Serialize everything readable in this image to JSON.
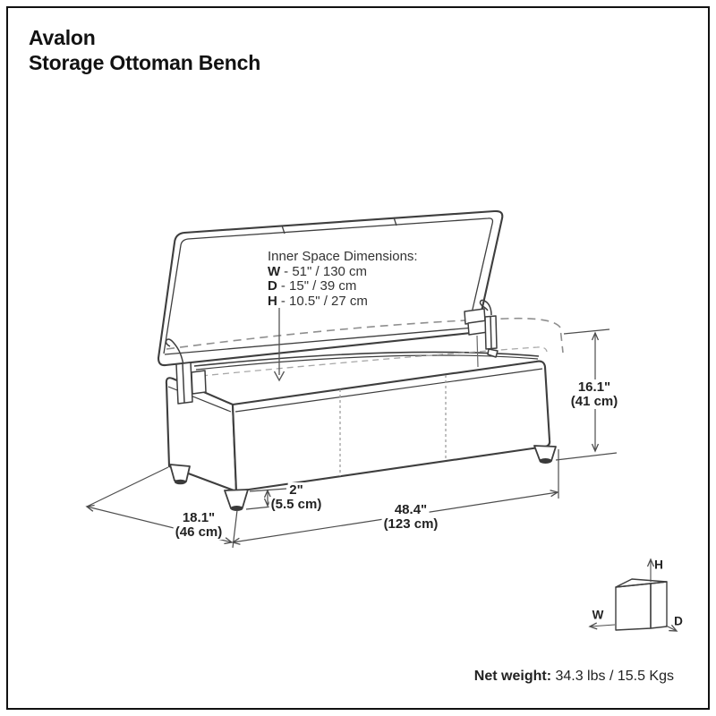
{
  "product": {
    "title_line1": "Avalon",
    "title_line2": "Storage Ottoman Bench"
  },
  "inner_dimensions": {
    "heading": "Inner Space Dimensions:",
    "rows": [
      {
        "key": "W",
        "value": "- 51\" / 130 cm"
      },
      {
        "key": "D",
        "value": "- 15\" / 39 cm"
      },
      {
        "key": "H",
        "value": "- 10.5\" / 27 cm"
      }
    ]
  },
  "dimensions": {
    "height": {
      "imperial": "16.1\"",
      "metric": "(41 cm)"
    },
    "width": {
      "imperial": "48.4\"",
      "metric": "(123 cm)"
    },
    "depth": {
      "imperial": "18.1\"",
      "metric": "(46 cm)"
    },
    "leg_height": {
      "imperial": "2\"",
      "metric": "(5.5 cm)"
    }
  },
  "orientation_cube": {
    "width_label": "W",
    "depth_label": "D",
    "height_label": "H"
  },
  "net_weight": {
    "label": "Net weight:",
    "value": "34.3 lbs / 15.5 Kgs"
  },
  "colors": {
    "line": "#3e3e3e",
    "dimension_line": "#4d4d4d",
    "hidden_dash": "#8f8f8f",
    "light_dash": "#a8a8a8",
    "text": "#222222",
    "border": "#121212"
  }
}
